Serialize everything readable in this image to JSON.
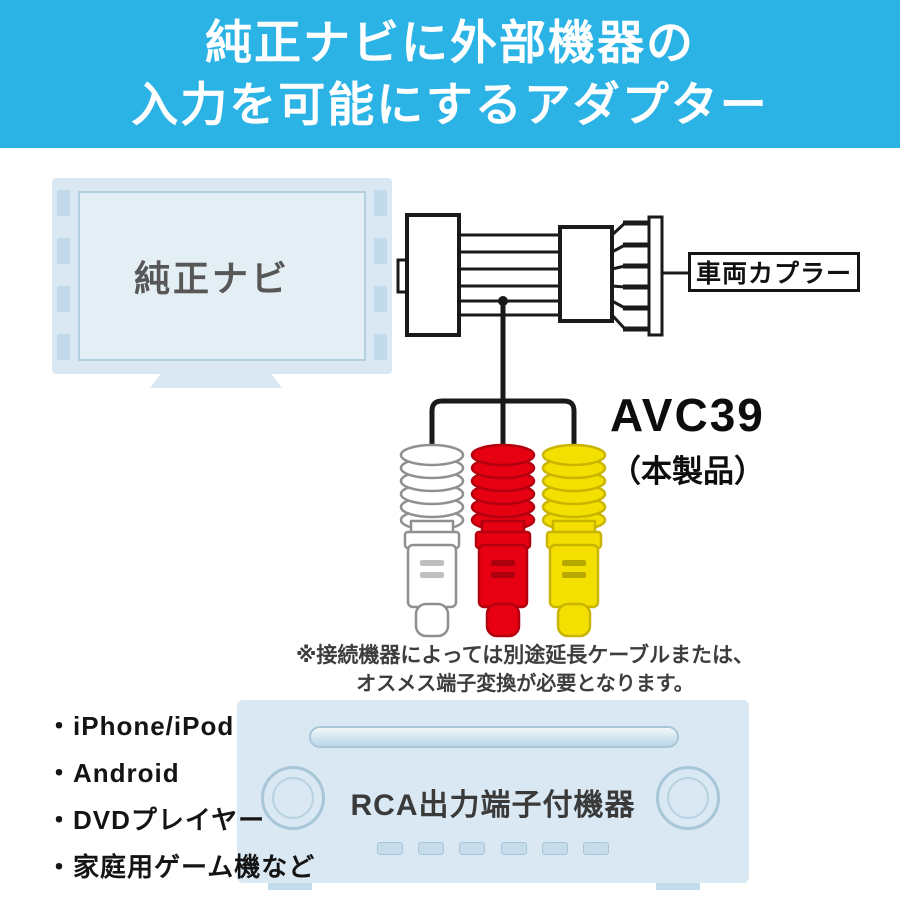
{
  "banner": {
    "line1": "純正ナビに外部機器の",
    "line2": "入力を可能にするアダプター",
    "bg_color": "#2bb3e6",
    "text_color": "#ffffff"
  },
  "nav_unit": {
    "label": "純正ナビ",
    "panel_color": "#d9e8f2"
  },
  "harness": {
    "coupler_label": "車両カプラー",
    "wire_color": "#1a1a1a"
  },
  "product": {
    "name": "AVC39",
    "subtitle": "（本製品）"
  },
  "rca_plugs": {
    "white": {
      "fill": "#ffffff",
      "stroke": "#8f8f8f"
    },
    "red": {
      "fill": "#e60012",
      "stroke": "#b2000e"
    },
    "yellow": {
      "fill": "#f3e000",
      "stroke": "#c9b400"
    }
  },
  "note": {
    "line1": "※接続機器によっては別途延長ケーブルまたは、",
    "line2": "オスメス端子変換が必要となります。"
  },
  "source_device": {
    "label": "RCA出力端子付機器",
    "panel_color": "#d9e8f2"
  },
  "compatible_devices": [
    "・iPhone/iPod",
    "・Android",
    "・DVDプレイヤー",
    "・家庭用ゲーム機など"
  ]
}
